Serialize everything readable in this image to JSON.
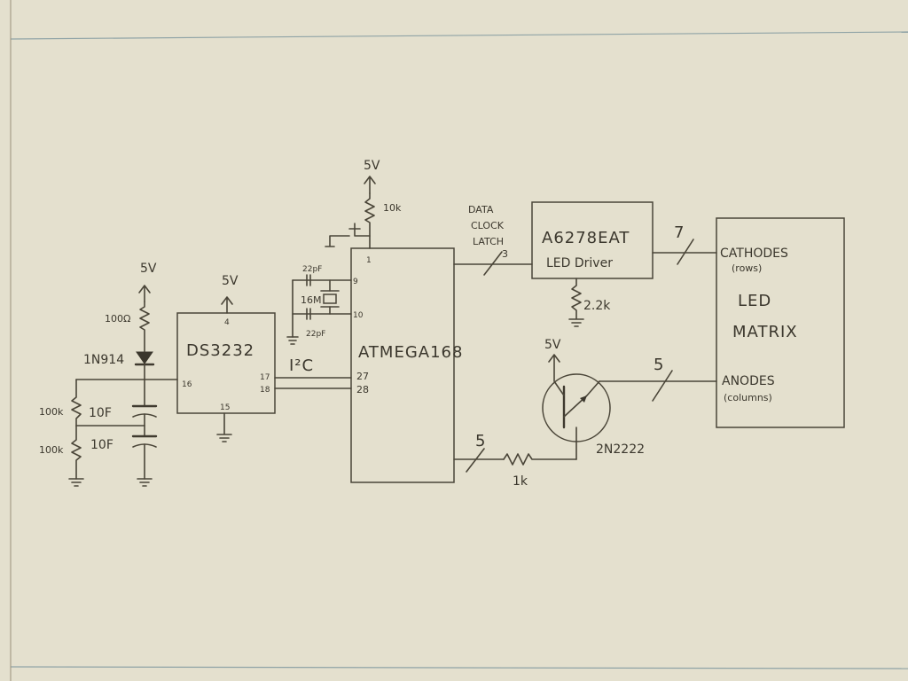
{
  "power": {
    "top_5v": "5V",
    "left_5v": "5V",
    "rtc_5v": "5V",
    "transistor_5v": "5V"
  },
  "resistors": {
    "pullup": "10k",
    "diode_series": "100Ω",
    "divider_top": "100k",
    "divider_bottom": "100k",
    "driver_rext": "2.2k",
    "base": "1k"
  },
  "capacitors": {
    "supercap_top": "10F",
    "supercap_bottom": "10F",
    "xtal_cap_top": "22pF",
    "xtal_cap_bottom": "22pF"
  },
  "crystal": "16M",
  "diode": "1N914",
  "rtc": {
    "name": "DS3232",
    "pin_vcc": "4",
    "pin_vbat": "16",
    "pin_sda": "17",
    "pin_scl": "18",
    "pin_gnd": "15"
  },
  "bus_i2c": "I²C",
  "mcu": {
    "name": "ATMEGA168",
    "pin_reset": "1",
    "pin_xtal1": "9",
    "pin_xtal2": "10",
    "pin_sda": "27",
    "pin_scl": "28"
  },
  "shift_bus": {
    "line1": "DATA",
    "line2": "CLOCK",
    "line3": "LATCH",
    "count": "3"
  },
  "driver": {
    "name": "A6278EAT",
    "subtitle": "LED Driver"
  },
  "cathode_bus_count": "7",
  "anode_bus_count": "5",
  "mcu_out_bus_count": "5",
  "transistor": "2N2222",
  "matrix": {
    "cathodes": "CATHODES",
    "cathodes_sub": "(rows)",
    "title1": "LED",
    "title2": "MATRIX",
    "anodes": "ANODES",
    "anodes_sub": "(columns)"
  }
}
